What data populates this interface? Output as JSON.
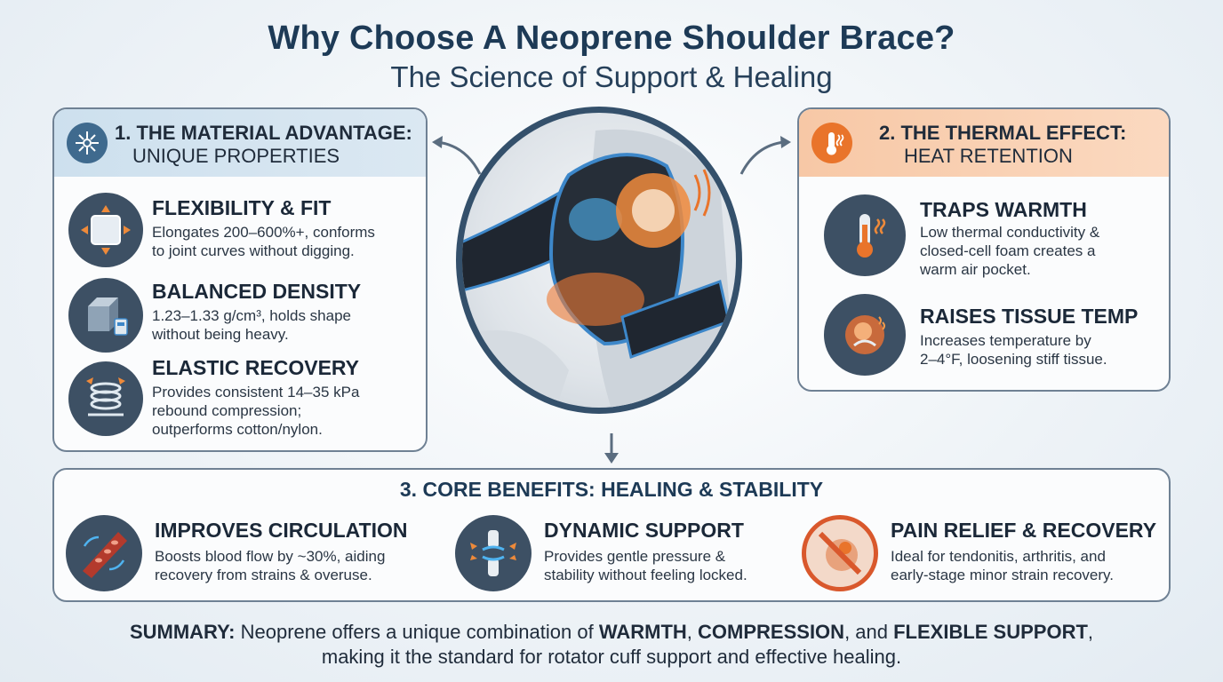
{
  "header": {
    "title": "Why Choose A Neoprene Shoulder Brace?",
    "subtitle": "The Science of Support & Healing"
  },
  "material": {
    "heading_line1": "1. THE MATERIAL ADVANTAGE:",
    "heading_line2": "UNIQUE PROPERTIES",
    "items": [
      {
        "title": "FLEXIBILITY & FIT",
        "desc_line1": "Elongates 200–600%+, conforms",
        "desc_line2": "to joint curves without digging."
      },
      {
        "title": "BALANCED DENSITY",
        "desc_line1": "1.23–1.33 g/cm³, holds shape",
        "desc_line2": "without being heavy."
      },
      {
        "title": "ELASTIC RECOVERY",
        "desc_line1": "Provides consistent 14–35 kPa",
        "desc_line2": "rebound compression;",
        "desc_line3": "outperforms cotton/nylon."
      }
    ]
  },
  "thermal": {
    "heading_line1": "2. THE THERMAL EFFECT:",
    "heading_line2": "HEAT RETENTION",
    "items": [
      {
        "title": "TRAPS WARMTH",
        "desc_line1": "Low thermal conductivity &",
        "desc_line2": "closed-cell foam creates a",
        "desc_line3": "warm air pocket."
      },
      {
        "title": "RAISES TISSUE TEMP",
        "desc_line1": "Increases temperature by",
        "desc_line2": "2–4°F, loosening stiff tissue."
      }
    ]
  },
  "core": {
    "heading": "3. CORE BENEFITS: HEALING & STABILITY",
    "items": [
      {
        "title": "IMPROVES CIRCULATION",
        "desc_line1": "Boosts blood flow by ~30%, aiding",
        "desc_line2": "recovery from strains & overuse."
      },
      {
        "title": "DYNAMIC SUPPORT",
        "desc_line1": "Provides gentle pressure &",
        "desc_line2": "stability without feeling locked."
      },
      {
        "title": "PAIN RELIEF & RECOVERY",
        "desc_line1": "Ideal for tendonitis, arthritis, and",
        "desc_line2": "early-stage minor strain recovery."
      }
    ]
  },
  "summary": {
    "label": "SUMMARY:",
    "text1": " Neoprene offers a unique combination of ",
    "kw1": "WARMTH",
    "sep1": ", ",
    "kw2": "COMPRESSION",
    "sep2": ", and ",
    "kw3": "FLEXIBLE SUPPORT",
    "text2": ",",
    "line2": "making it the standard for rotator cuff support and effective healing."
  },
  "colors": {
    "navy": "#1d3a56",
    "accent_blue": "#3d87c9",
    "accent_orange": "#e9742b",
    "panel_border": "#6f8194"
  }
}
